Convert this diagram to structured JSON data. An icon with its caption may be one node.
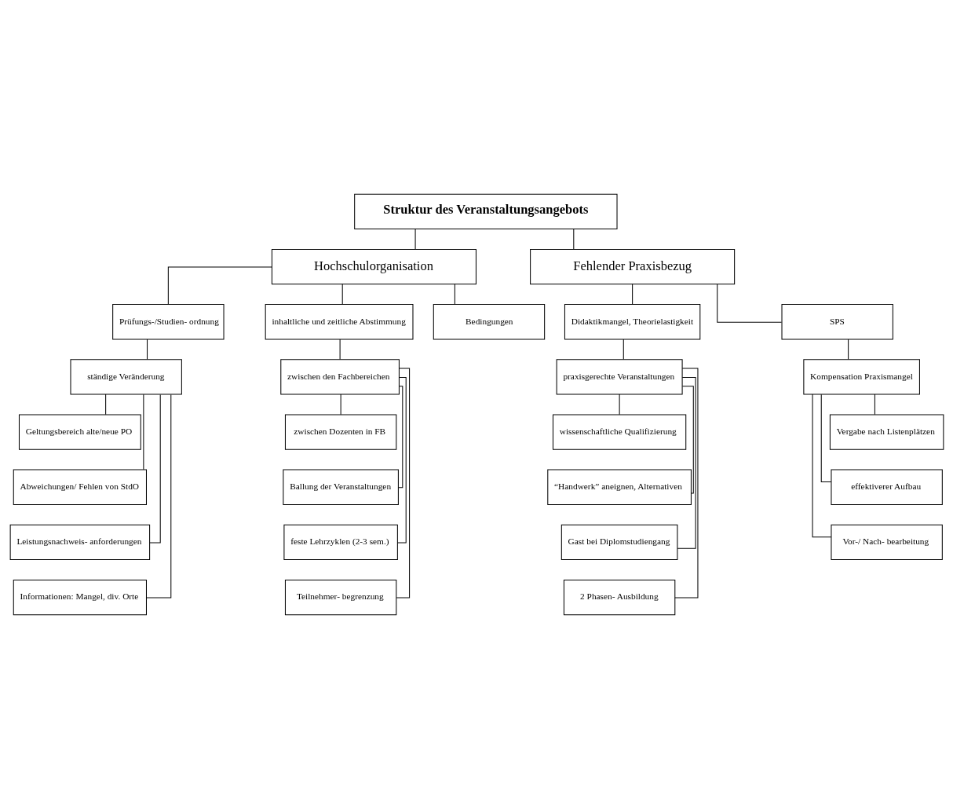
{
  "diagram": {
    "nodes": [
      {
        "text": [
          "Struktur des Veranstaltungsangebots"
        ]
      },
      {
        "text": [
          "Hochschulorganisation"
        ]
      },
      {
        "text": [
          "Fehlender Praxisbezug"
        ]
      },
      {
        "text": [
          "Prüfungs-/Studien- ordnung"
        ]
      },
      {
        "text": [
          "inhaltliche und zeitliche Abstimmung"
        ]
      },
      {
        "text": [
          "Didaktikmangel, Theorielastigkeit"
        ]
      },
      {
        "text": [
          "SPS"
        ]
      },
      {
        "text": [
          "ständige Veränderung"
        ]
      },
      {
        "text": [
          "Geltungsbereich alte/neue PO"
        ]
      },
      {
        "text": [
          "Abweichungen/ Fehlen von StdO"
        ]
      },
      {
        "text": [
          "Leistungsnachweis- anforderungen"
        ]
      },
      {
        "text": [
          "Informationen: Mangel, div. Orte"
        ]
      },
      {
        "text": [
          "zwischen den Fachbereichen"
        ]
      },
      {
        "text": [
          "zwischen Dozenten in FB"
        ]
      },
      {
        "text": [
          "Ballung der Veranstaltungen"
        ]
      },
      {
        "text": [
          "feste Lehrzyklen (2-3 sem.)"
        ]
      },
      {
        "text": [
          "Teilnehmer- begrenzung"
        ]
      },
      {
        "text": [
          "Bedingungen"
        ]
      },
      {
        "text": [
          "praxisgerechte Veranstaltungen"
        ]
      },
      {
        "text": [
          "wissenschaftliche Qualifizierung"
        ]
      },
      {
        "text": [
          "“Handwerk” aneignen, Alternativen"
        ]
      },
      {
        "text": [
          "Gast bei Diplomstudiengang"
        ]
      },
      {
        "text": [
          "2 Phasen- Ausbildung"
        ]
      },
      {
        "text": [
          "Kompensation Praxismangel"
        ]
      },
      {
        "text": [
          "Vergabe nach Listenplätzen"
        ]
      },
      {
        "text": [
          "effektiverer Aufbau"
        ]
      },
      {
        "text": [
          "Vor-/ Nach- bearbeitung"
        ]
      }
    ],
    "edges": [
      {
        "from": 0,
        "to": 1,
        "arrow": "none"
      },
      {
        "from": 0,
        "to": 2,
        "arrow": "none"
      },
      {
        "from": 1,
        "to": 3,
        "arrow": "none"
      },
      {
        "from": 1,
        "to": 4,
        "arrow": "none"
      },
      {
        "from": 1,
        "to": 17,
        "arrow": "none"
      },
      {
        "from": 2,
        "to": 5,
        "arrow": "none"
      },
      {
        "from": 2,
        "to": 6,
        "arrow": "none"
      },
      {
        "from": 3,
        "to": 7,
        "arrow": "none"
      },
      {
        "from": 4,
        "to": 12,
        "arrow": "none"
      },
      {
        "from": 5,
        "to": 18,
        "arrow": "none"
      },
      {
        "from": 6,
        "to": 23,
        "arrow": "none"
      },
      {
        "from": 7,
        "to": 8,
        "arrow": "none"
      },
      {
        "from": 7,
        "to": 9,
        "arrow": "none"
      },
      {
        "from": 7,
        "to": 10,
        "arrow": "none"
      },
      {
        "from": 7,
        "to": 11,
        "arrow": "none"
      },
      {
        "from": 12,
        "to": 13,
        "arrow": "none"
      },
      {
        "from": 12,
        "to": 14,
        "arrow": "none"
      },
      {
        "from": 12,
        "to": 15,
        "arrow": "none"
      },
      {
        "from": 12,
        "to": 16,
        "arrow": "none"
      },
      {
        "from": 18,
        "to": 19,
        "arrow": "none"
      },
      {
        "from": 18,
        "to": 20,
        "arrow": "none"
      },
      {
        "from": 18,
        "to": 21,
        "arrow": "none"
      },
      {
        "from": 18,
        "to": 22,
        "arrow": "none"
      },
      {
        "from": 23,
        "to": 24,
        "arrow": "none"
      },
      {
        "from": 23,
        "to": 25,
        "arrow": "none"
      },
      {
        "from": 23,
        "to": 26,
        "arrow": "none"
      }
    ]
  }
}
